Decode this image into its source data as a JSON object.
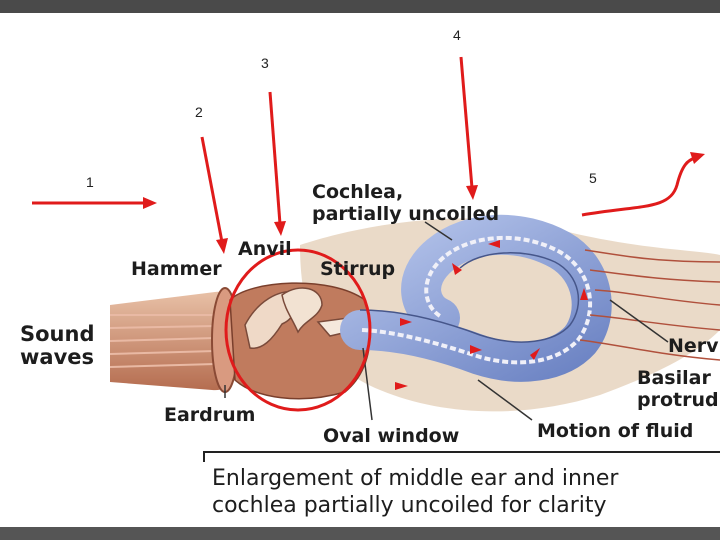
{
  "markers": [
    "1",
    "2",
    "3",
    "4",
    "5"
  ],
  "labels": {
    "sound_waves_line1": "Sound",
    "sound_waves_line2": "waves",
    "hammer": "Hammer",
    "anvil": "Anvil",
    "stirrup": "Stirrup",
    "cochlea_line1": "Cochlea,",
    "cochlea_line2": "partially uncoiled",
    "eardrum": "Eardrum",
    "oval_window": "Oval window",
    "motion_of_fluid": "Motion of fluid",
    "nerve": "Nerv",
    "basilar_line1": "Basilar",
    "basilar_line2": "protrud"
  },
  "caption": {
    "line1": "Enlargement of middle ear and inner",
    "line2": "cochlea partially uncoiled for clarity"
  },
  "colors": {
    "arrow": "#e01b1b",
    "circle": "#e01b1b",
    "cochlea_fluid": "#8fa3d6",
    "flesh": "#c98a6a"
  }
}
